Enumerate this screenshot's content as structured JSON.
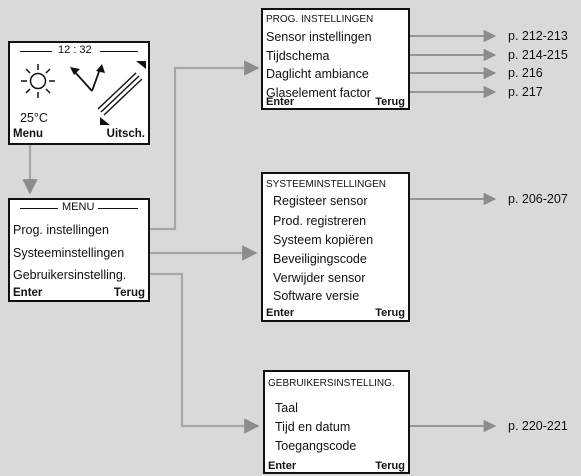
{
  "home": {
    "time": "12 : 32",
    "temperature": "25°C",
    "soft_left": "Menu",
    "soft_right": "Uitsch."
  },
  "menu": {
    "title": "MENU",
    "items": [
      "Prog. instellingen",
      "Systeeminstellingen",
      "Gebruikersinstelling."
    ],
    "soft_left": "Enter",
    "soft_right": "Terug"
  },
  "prog": {
    "title": "PROG. INSTELLINGEN",
    "items": [
      "Sensor instellingen",
      "Tijdschema",
      "Daglicht ambiance",
      "Glaselement factor"
    ],
    "soft_left": "Enter",
    "soft_right": "Terug",
    "refs": [
      "p. 212-213",
      "p. 214-215",
      "p. 216",
      "p. 217"
    ]
  },
  "system": {
    "title": "SYSTEEMINSTELLINGEN",
    "items": [
      "Registeer sensor",
      "Prod. registreren",
      "Systeem kopiëren",
      "Beveiligingscode",
      "Verwijder sensor",
      "Software versie"
    ],
    "soft_left": "Enter",
    "soft_right": "Terug",
    "refs": [
      "p. 206-207"
    ]
  },
  "user": {
    "title": "GEBRUIKERSINSTELLING.",
    "items": [
      "Taal",
      "Tijd en datum",
      "Toegangscode"
    ],
    "soft_left": "Enter",
    "soft_right": "Terug",
    "refs": [
      "p. 220-221"
    ]
  },
  "colors": {
    "connector": "#a6a6a6",
    "arrow": "#8c8c8c",
    "screen_border": "#111111"
  }
}
